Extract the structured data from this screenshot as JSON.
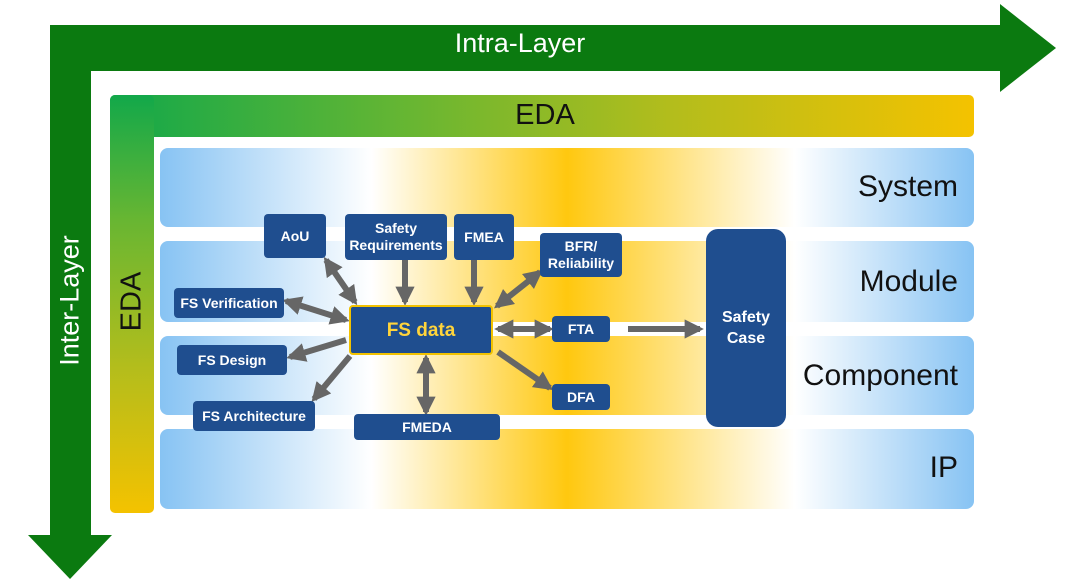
{
  "axes": {
    "intra_layer": "Intra-Layer",
    "inter_layer": "Inter-Layer"
  },
  "eda": {
    "top_label": "EDA",
    "side_label": "EDA"
  },
  "layers": [
    {
      "label": "System"
    },
    {
      "label": "Module"
    },
    {
      "label": "Component"
    },
    {
      "label": "IP"
    }
  ],
  "nodes": {
    "fs_data": "FS data",
    "aou": "AoU",
    "safety_requirements": "Safety Requirements",
    "fmea": "FMEA",
    "bfr_reliability": "BFR/ Reliability",
    "fs_verification": "FS Verification",
    "fs_design": "FS Design",
    "fs_architecture": "FS Architecture",
    "fmeda": "FMEDA",
    "fta": "FTA",
    "dfa": "DFA",
    "safety_case": "Safety Case"
  },
  "colors": {
    "green_arrow": "#0b7a10",
    "box_fill": "#1f4e8f",
    "fs_data_text": "#ffd43b",
    "connector": "#666666"
  }
}
